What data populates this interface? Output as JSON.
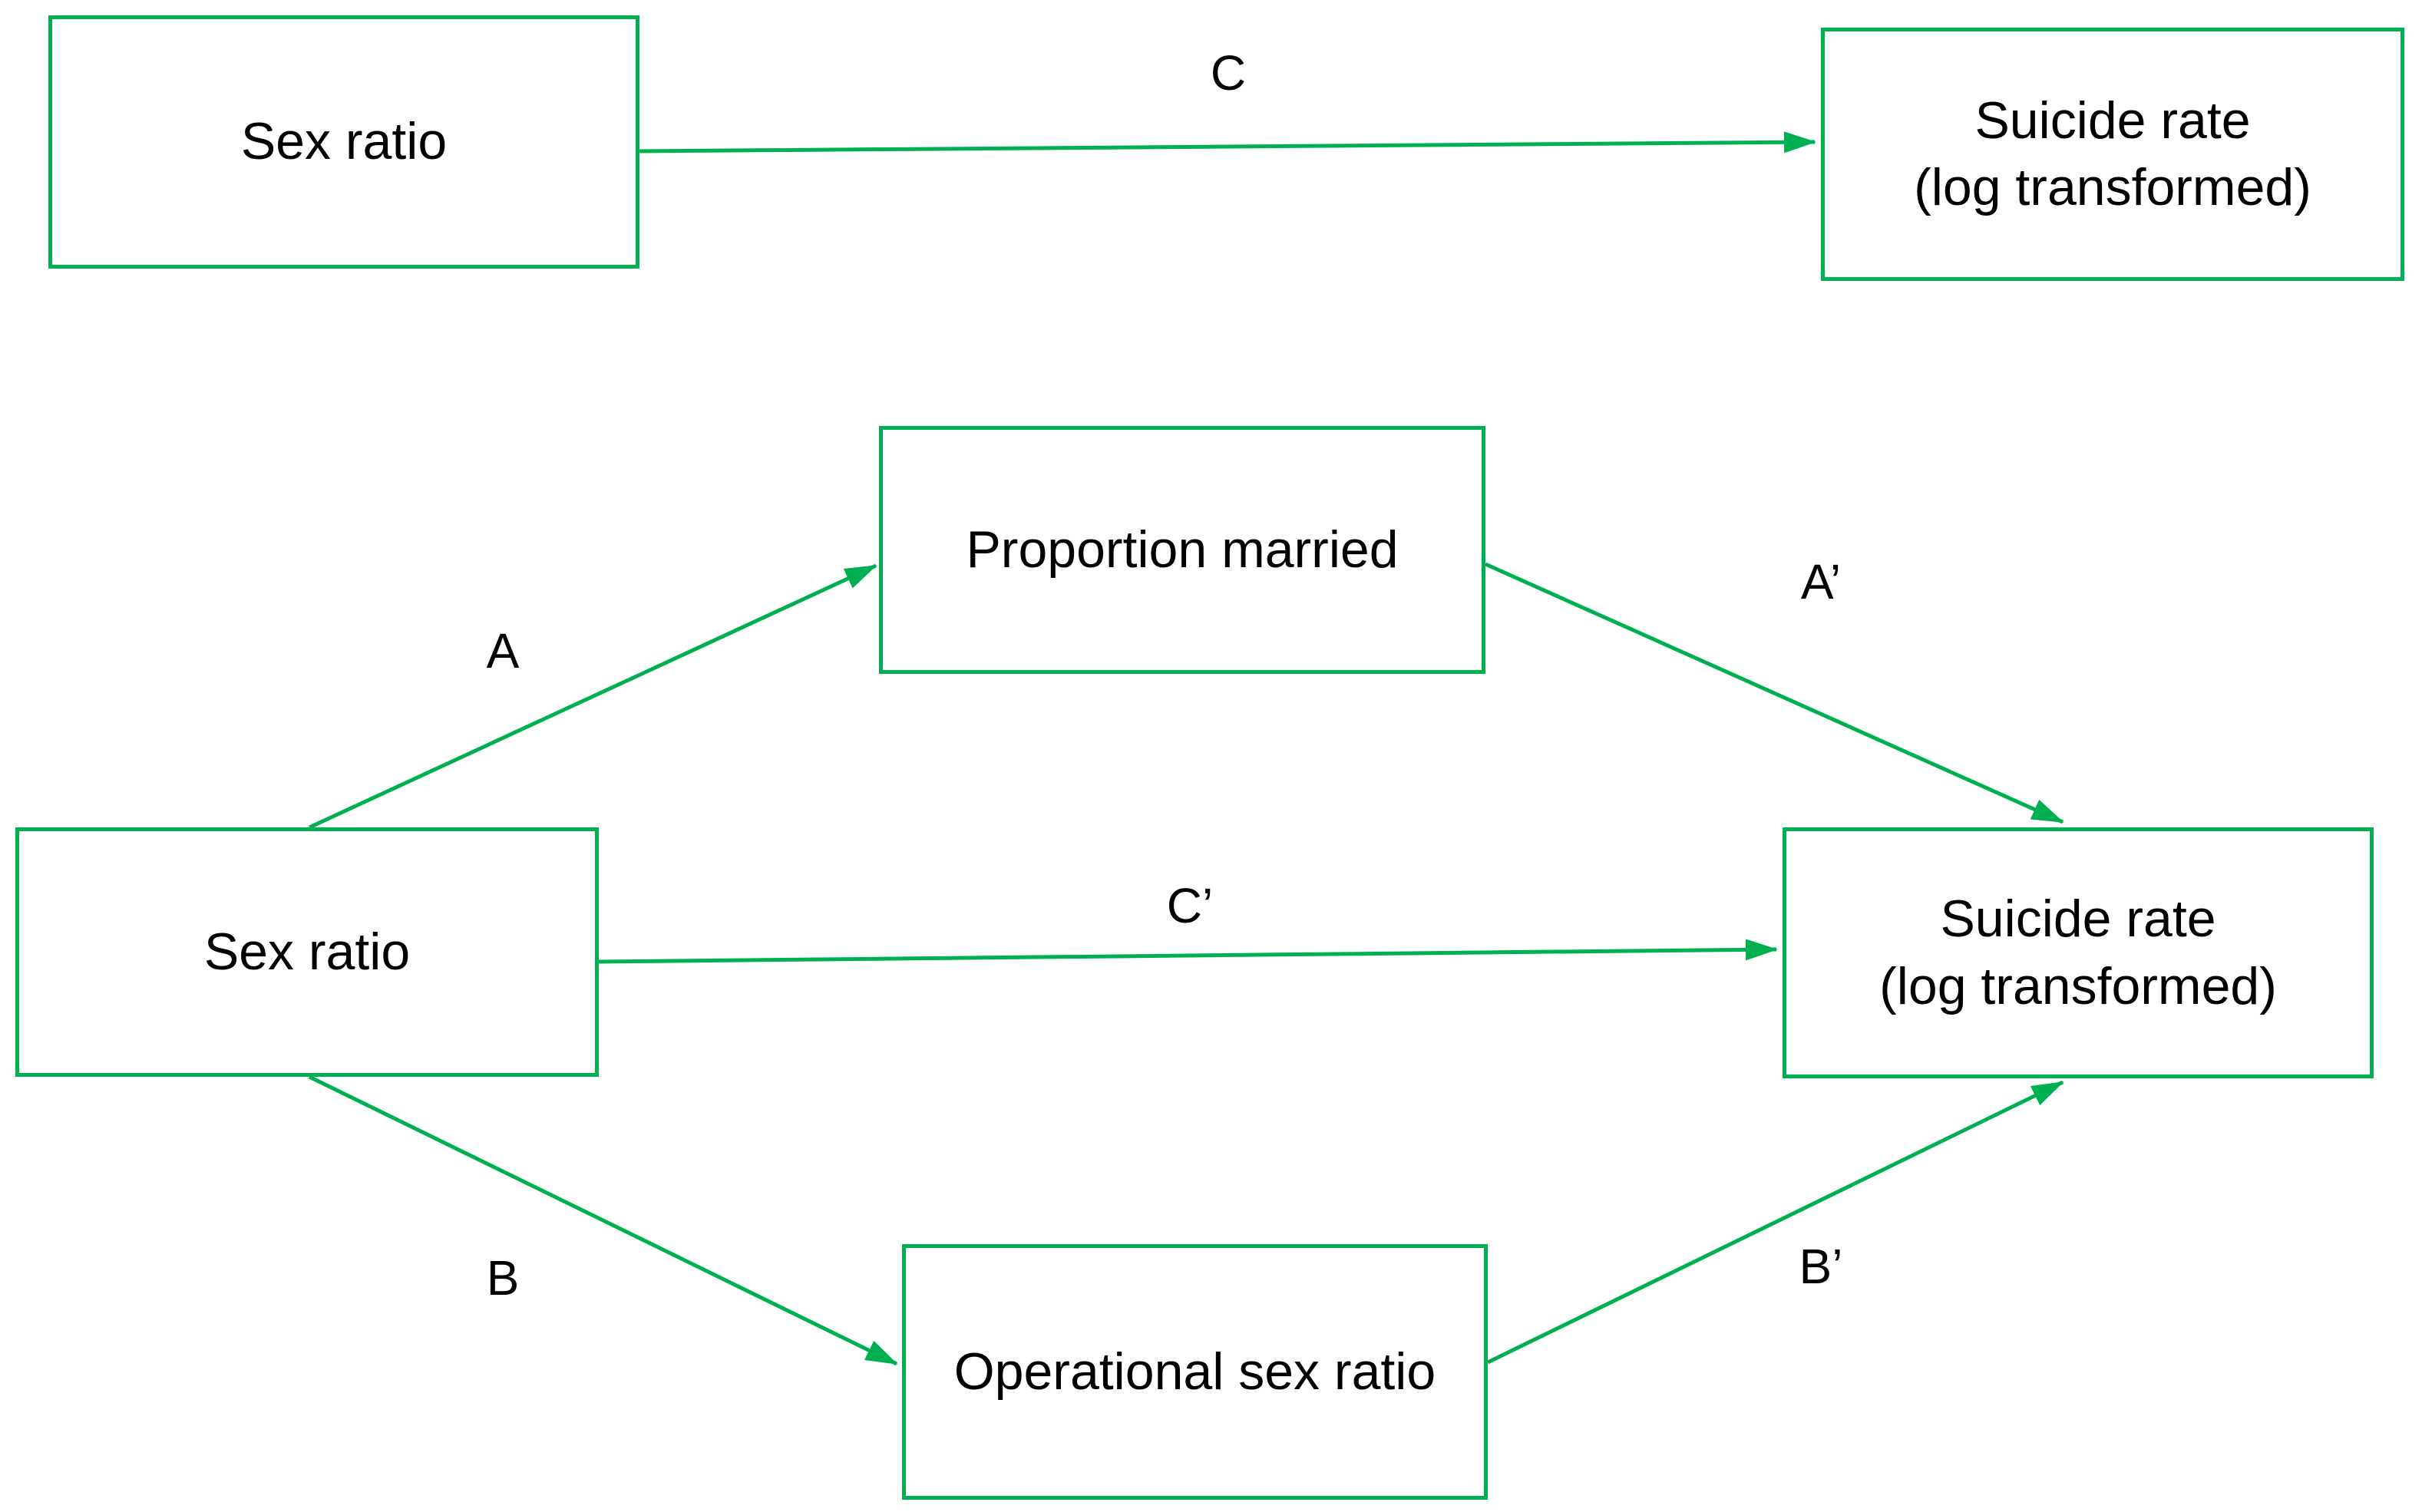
{
  "colors": {
    "accent": "#00b050",
    "text": "#000000",
    "background": "#ffffff"
  },
  "top_diagram": {
    "sex_ratio_box": "Sex ratio",
    "suicide_rate_box": {
      "line1": "Suicide rate",
      "line2": "(log transformed)"
    },
    "path_c_label": "C"
  },
  "bottom_diagram": {
    "sex_ratio_box": "Sex ratio",
    "proportion_married_box": "Proportion married",
    "operational_sex_ratio_box": "Operational sex ratio",
    "suicide_rate_box": {
      "line1": "Suicide rate",
      "line2": "(log transformed)"
    },
    "path_a_label": "A",
    "path_a_prime_label": "A’",
    "path_b_label": "B",
    "path_b_prime_label": "B’",
    "path_c_prime_label": "C’"
  }
}
